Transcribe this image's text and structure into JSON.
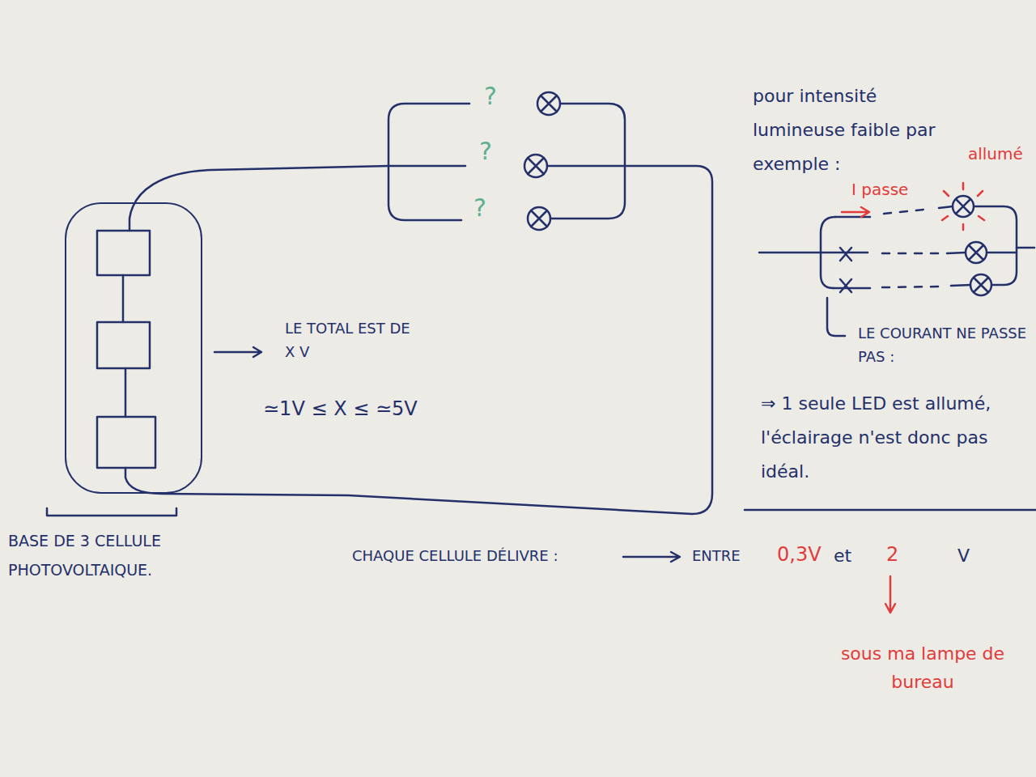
{
  "diagram": {
    "nodes": [
      {
        "text": [
          "BASE DE 3 CELLULE PHOTOVOLTAIQUE."
        ]
      }
    ],
    "labels": [
      "?",
      "?",
      "?",
      "LE TOTAL EST DE X V",
      "≃1V ≤ X ≤ ≃5V",
      "pour intensité lumineuse faible par exemple :",
      "allumé",
      "I passe",
      "LE COURANT NE PASSE PAS :",
      "⇒ 1 seule LED est allumé, l'éclairage n'est donc pas idéal.",
      "CHAQUE CELLULE DÉLIVRE :",
      "ENTRE",
      "0,3V",
      "et",
      "2",
      "V",
      "sous ma lampe de bureau"
    ]
  }
}
